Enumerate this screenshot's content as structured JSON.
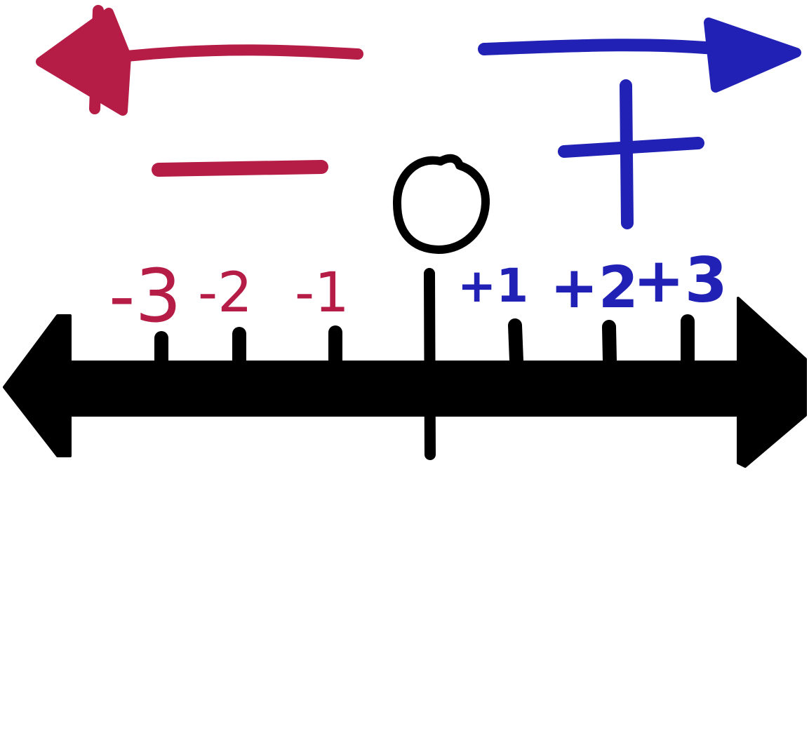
{
  "colors": {
    "negative": "#b51d46",
    "positive": "#2121b5",
    "axis": "#000000",
    "background": "#ffffff"
  },
  "number_line": {
    "zero_label": "0",
    "negative_labels": [
      "-3",
      "-2",
      "-1"
    ],
    "positive_labels": [
      "+1",
      "+2",
      "+3"
    ]
  },
  "direction_legend": {
    "negative_sign": "−",
    "positive_sign": "+"
  }
}
